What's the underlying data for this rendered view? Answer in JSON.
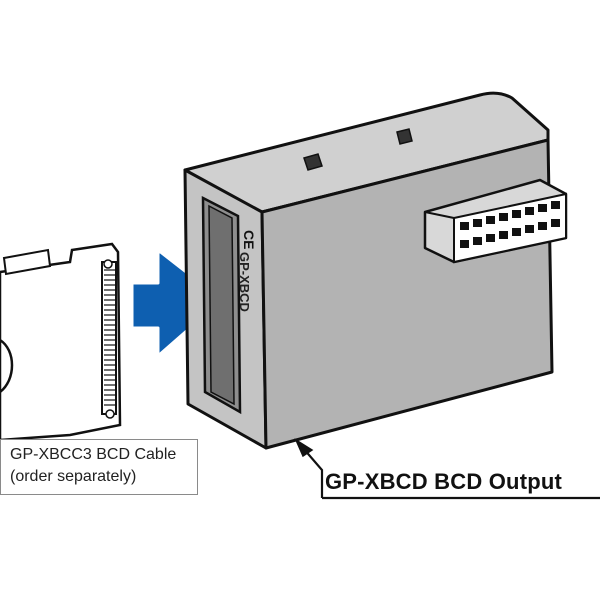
{
  "cable": {
    "line1": "GP-XBCC3 BCD Cable",
    "line2": "(order separately)"
  },
  "module": {
    "label": "GP-XBCD BCD Output",
    "side_marking": "GP-XBCD"
  },
  "colors": {
    "arrow": "#0e5fb0",
    "module_front": "#b3b3b3",
    "module_side": "#c4c4c4",
    "module_top": "#d0d0d0",
    "outline": "#111111"
  },
  "icons": [
    "insert-arrow",
    "connector-pins",
    "ce-mark"
  ]
}
